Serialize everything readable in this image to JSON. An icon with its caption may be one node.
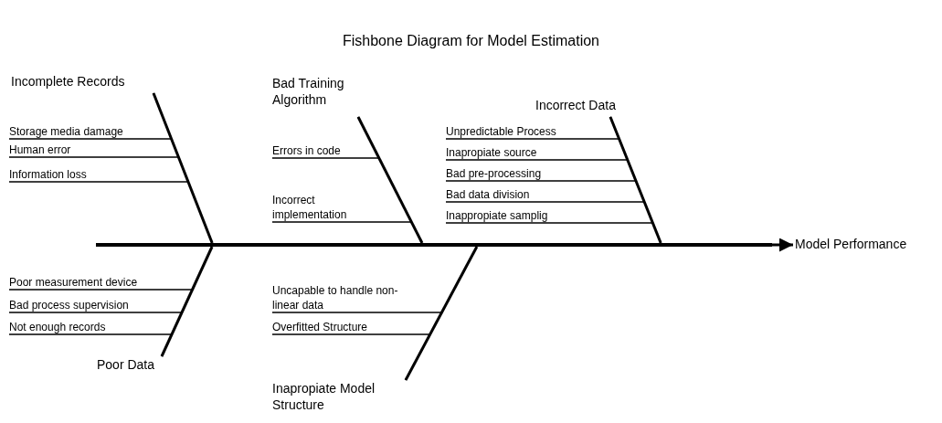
{
  "diagram": {
    "title": "Fishbone Diagram for Model Estimation",
    "nodes": [
      {
        "text": [
          "Incomplete Records"
        ]
      },
      {
        "text": [
          "Storage media damage"
        ]
      },
      {
        "text": [
          "Human error"
        ]
      },
      {
        "text": [
          "Information loss"
        ]
      },
      {
        "text": [
          "Bad Training Algorithm"
        ]
      },
      {
        "text": [
          "Errors in code"
        ]
      },
      {
        "text": [
          "Incorrect implementation"
        ]
      },
      {
        "text": [
          "Incorrect Data"
        ]
      },
      {
        "text": [
          "Unpredictable Process"
        ]
      },
      {
        "text": [
          "Inapropiate source"
        ]
      },
      {
        "text": [
          "Bad pre-processing"
        ]
      },
      {
        "text": [
          "Bad data division"
        ]
      },
      {
        "text": [
          "Inappropiate samplig"
        ]
      },
      {
        "text": [],
        "shape": "bar"
      },
      {
        "text": [
          "Model Performance"
        ]
      },
      {
        "text": [
          "Poor measurement device"
        ]
      },
      {
        "text": [
          "Bad process supervision"
        ]
      },
      {
        "text": [
          "Not enough records"
        ]
      },
      {
        "text": [
          "Poor Data"
        ]
      },
      {
        "text": [
          "Uncapable to handle non-linear data"
        ]
      },
      {
        "text": [
          "Overfitted Structure"
        ]
      },
      {
        "text": [
          "Inapropiate Model Structure"
        ]
      }
    ],
    "edges": [
      {
        "from": 1,
        "to": 0,
        "arrow": "none"
      },
      {
        "from": 2,
        "to": 0,
        "arrow": "none"
      },
      {
        "from": 3,
        "to": 0,
        "arrow": "none"
      },
      {
        "from": 0,
        "to": 13,
        "arrow": "none",
        "style": "thick"
      },
      {
        "from": 5,
        "to": 4,
        "arrow": "none"
      },
      {
        "from": 6,
        "to": 4,
        "arrow": "none"
      },
      {
        "from": 4,
        "to": 13,
        "arrow": "none",
        "style": "thick"
      },
      {
        "from": 8,
        "to": 7,
        "arrow": "none"
      },
      {
        "from": 9,
        "to": 7,
        "arrow": "none"
      },
      {
        "from": 10,
        "to": 7,
        "arrow": "none"
      },
      {
        "from": 11,
        "to": 7,
        "arrow": "none"
      },
      {
        "from": 12,
        "to": 7,
        "arrow": "none"
      },
      {
        "from": 7,
        "to": 13,
        "arrow": "none",
        "style": "thick"
      },
      {
        "from": 13,
        "to": 14,
        "arrow": "to",
        "style": "thick"
      },
      {
        "from": 15,
        "to": 18,
        "arrow": "none"
      },
      {
        "from": 16,
        "to": 18,
        "arrow": "none"
      },
      {
        "from": 17,
        "to": 18,
        "arrow": "none"
      },
      {
        "from": 18,
        "to": 13,
        "arrow": "none",
        "style": "thick"
      },
      {
        "from": 19,
        "to": 21,
        "arrow": "none"
      },
      {
        "from": 20,
        "to": 21,
        "arrow": "none"
      },
      {
        "from": 21,
        "to": 13,
        "arrow": "none",
        "style": "thick"
      }
    ]
  }
}
